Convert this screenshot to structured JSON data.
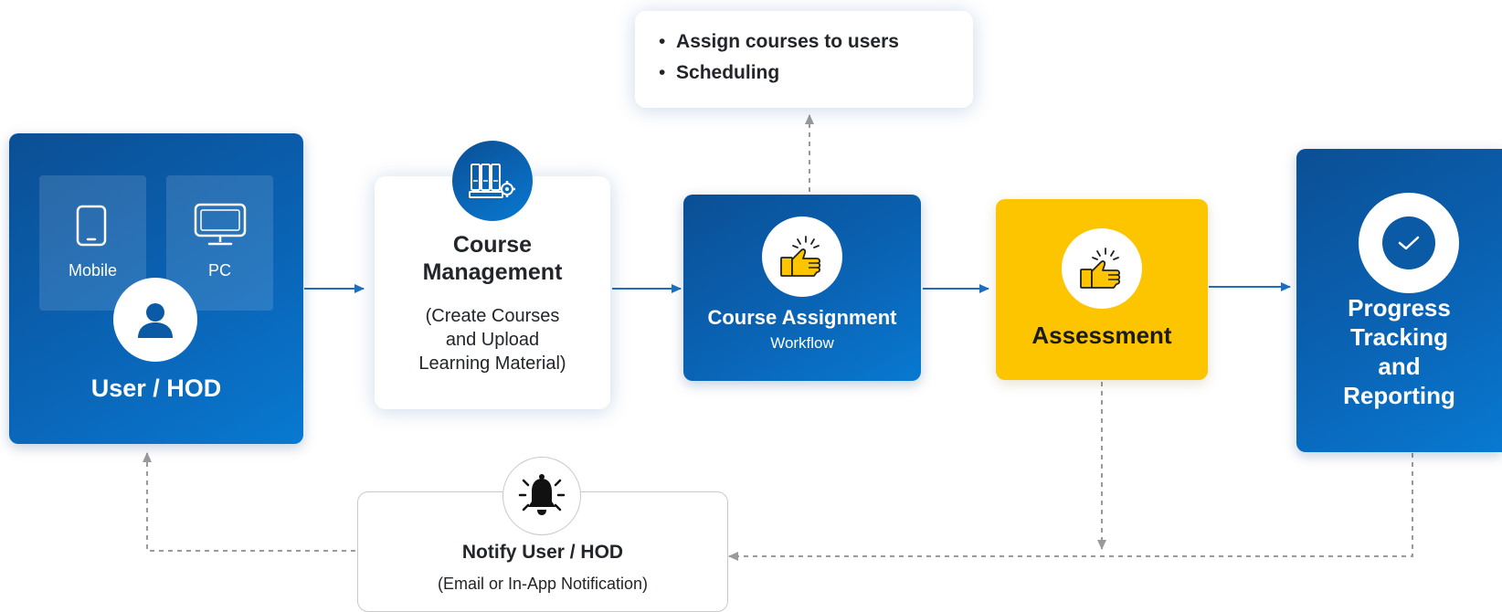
{
  "user_card": {
    "mobile_label": "Mobile",
    "pc_label": "PC",
    "title": "User / HOD"
  },
  "course_management": {
    "title_line1": "Course",
    "title_line2": "Management",
    "desc_line1": "(Create Courses",
    "desc_line2": "and Upload",
    "desc_line3": "Learning Material)"
  },
  "course_assignment": {
    "title": "Course Assignment",
    "subtitle": "Workflow"
  },
  "assignment_tasks": {
    "items": [
      "Assign courses to users",
      "Scheduling"
    ]
  },
  "assessment": {
    "title": "Assessment"
  },
  "progress": {
    "line1": "Progress",
    "line2": "Tracking",
    "line3": "and",
    "line4": "Reporting"
  },
  "notify": {
    "title": "Notify User / HOD",
    "subtitle": "(Email or In-App Notification)"
  },
  "colors": {
    "primary_blue": "#0a5aa6",
    "accent_yellow": "#fdc500",
    "arrow_blue": "#1f6fc0",
    "dashed_gray": "#9a9a9a"
  }
}
